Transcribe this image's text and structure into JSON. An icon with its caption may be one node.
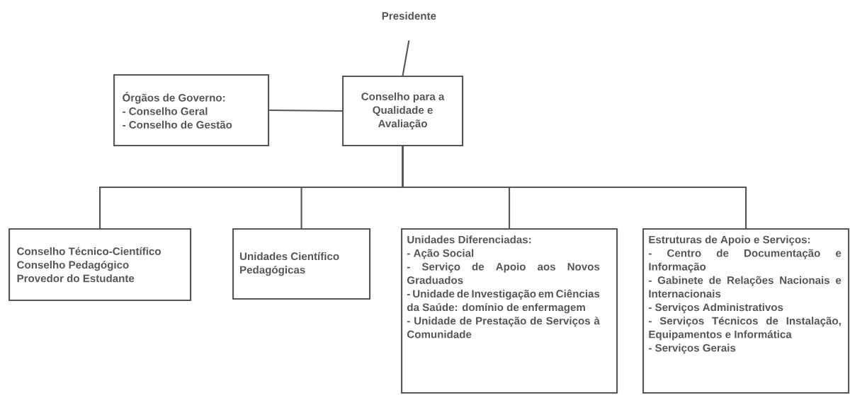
{
  "diagram": {
    "nodes": [
      {
        "text": [
          "Presidente"
        ]
      },
      {
        "text": [
          "Órgãos de Governo:",
          "- Conselho Geral",
          "- Conselho de Gestão"
        ]
      },
      {
        "text": [
          "Conselho para a Qualidade e Avaliação"
        ]
      },
      {
        "text": [
          "Conselho Técnico-Científico",
          "Conselho Pedagógico",
          "Provedor do Estudante"
        ]
      },
      {
        "text": [
          "Unidades Científico Pedagógicas"
        ]
      },
      {
        "text": [
          "Unidades Diferenciadas:",
          "- Ação Social",
          "- Serviço de Apoio aos Novos Graduados",
          "- Unidade de Investigação em Ciências da Saúde: domínio de enfermagem",
          "- Unidade de Prestação de Serviços à Comunidade"
        ]
      },
      {
        "text": [
          "Estruturas de Apoio e Serviços:",
          "- Centro de Documentação e Informação",
          "- Gabinete de Relações Nacionais e Internacionais",
          "- Serviços Administrativos",
          "- Serviços Técnicos de Instalação, Equipamentos e Informática",
          "- Serviços Gerais"
        ]
      }
    ],
    "edges": [
      {
        "from": 0,
        "to": 2,
        "arrow": "none"
      },
      {
        "from": 1,
        "to": 2,
        "arrow": "none"
      },
      {
        "from": 2,
        "to": 3,
        "arrow": "none"
      },
      {
        "from": 2,
        "to": 4,
        "arrow": "none"
      },
      {
        "from": 2,
        "to": 5,
        "arrow": "none"
      },
      {
        "from": 2,
        "to": 6,
        "arrow": "none"
      }
    ]
  }
}
